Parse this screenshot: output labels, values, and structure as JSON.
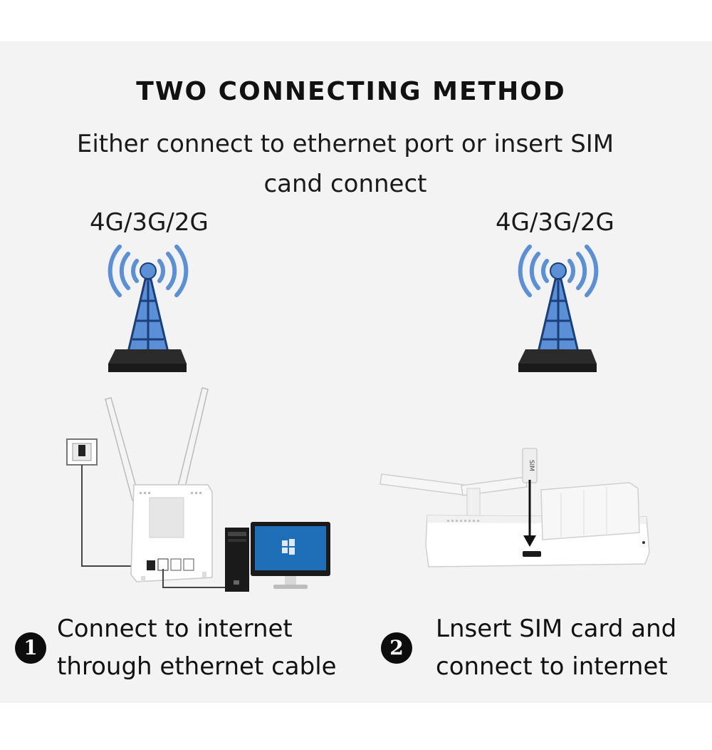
{
  "heading": {
    "title": "TWO CONNECTING METHOD",
    "subtitle_line1": "Either connect to ethernet port or insert SIM",
    "subtitle_line2": "cand connect"
  },
  "bands": {
    "left": "4G/3G/2G",
    "right": "4G/3G/2G"
  },
  "methods": [
    {
      "number": "1",
      "line1": "Connect to internet",
      "line2": "through ethernet cable"
    },
    {
      "number": "2",
      "line1": "Lnsert SIM card and",
      "line2": "connect to internet"
    }
  ],
  "sim_label": "SIM",
  "colors": {
    "panel": "#f3f3f3",
    "tower_blue": "#5b8fd6",
    "tower_outline": "#1b3f7a",
    "base": "#2b2b2b",
    "router": "#ffffff",
    "screen": "#1f6fb8"
  }
}
